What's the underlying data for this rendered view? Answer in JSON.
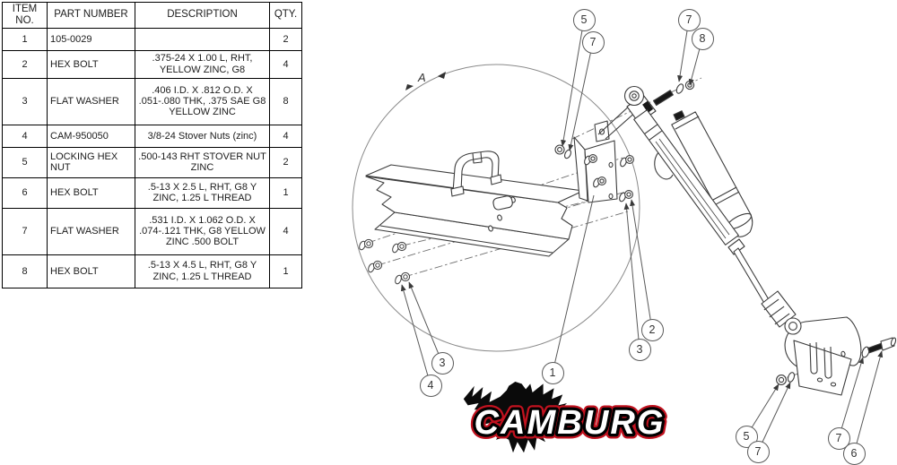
{
  "table": {
    "headers": [
      "ITEM NO.",
      "PART NUMBER",
      "DESCRIPTION",
      "QTY."
    ],
    "rows": [
      {
        "item": "1",
        "part": "105-0029",
        "desc": "",
        "qty": "2"
      },
      {
        "item": "2",
        "part": "HEX BOLT",
        "desc": ".375-24 X 1.00 L, RHT, YELLOW ZINC, G8",
        "qty": "4"
      },
      {
        "item": "3",
        "part": "FLAT WASHER",
        "desc": ".406 I.D. X .812 O.D. X .051-.080 THK, .375 SAE G8 YELLOW ZINC",
        "qty": "8"
      },
      {
        "item": "4",
        "part": "CAM-950050",
        "desc": "3/8-24 Stover Nuts (zinc)",
        "qty": "4"
      },
      {
        "item": "5",
        "part": "LOCKING HEX NUT",
        "desc": ".500-143 RHT STOVER NUT ZINC",
        "qty": "2"
      },
      {
        "item": "6",
        "part": "HEX BOLT",
        "desc": ".5-13 X 2.5 L, RHT, G8 Y ZINC, 1.25 L THREAD",
        "qty": "1"
      },
      {
        "item": "7",
        "part": "FLAT WASHER",
        "desc": ".531 I.D. X 1.062 O.D. X .074-.121 THK, G8 YELLOW ZINC .500 BOLT",
        "qty": "4"
      },
      {
        "item": "8",
        "part": "HEX BOLT",
        "desc": ".5-13 X 4.5 L, RHT, G8 Y ZINC, 1.25 L THREAD",
        "qty": "1"
      }
    ]
  },
  "diagram": {
    "detail_label": "A"
  },
  "callouts": [
    "5",
    "7",
    "7",
    "8",
    "2",
    "3",
    "1",
    "3",
    "4",
    "5",
    "7",
    "7",
    "6"
  ],
  "logo": {
    "text": "CAMBURG",
    "brand_red": "#c1121f",
    "ink": "#0a0a0a"
  }
}
